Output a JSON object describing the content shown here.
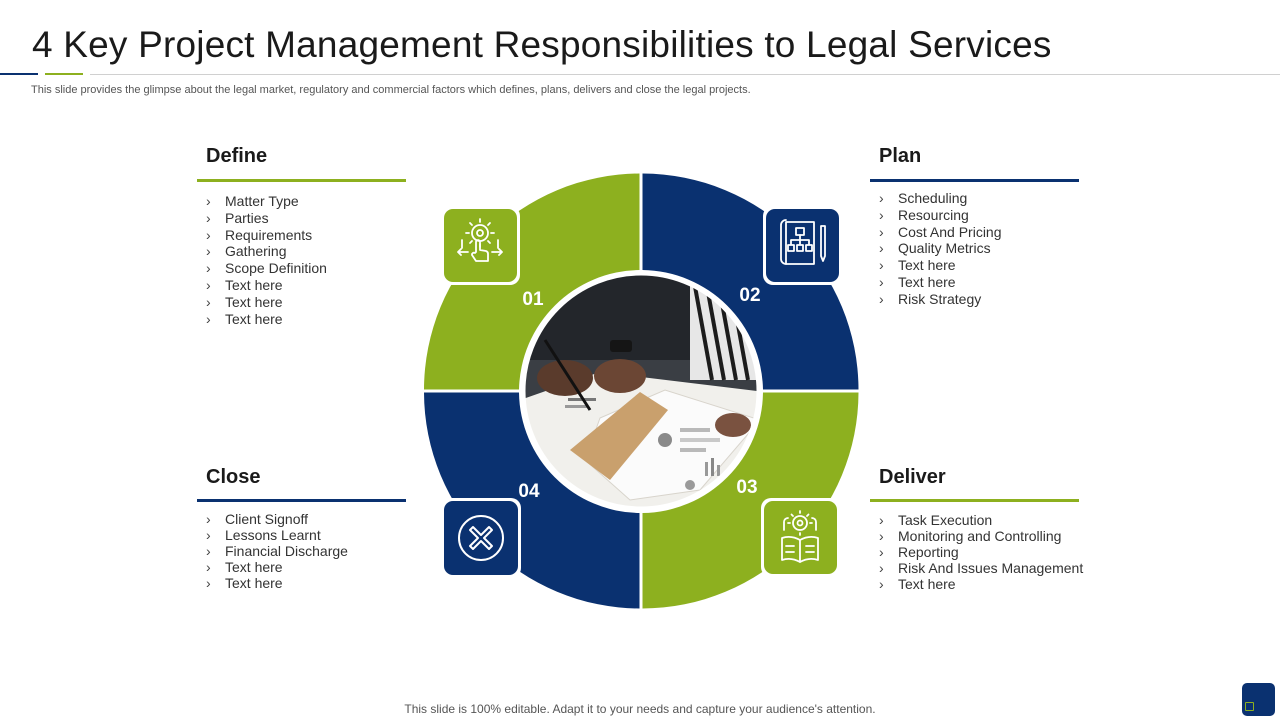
{
  "header": {
    "title": "4 Key Project Management Responsibilities to Legal Services",
    "subtitle": "This slide provides the glimpse about the legal market, regulatory and commercial factors which defines, plans, delivers and close the legal projects."
  },
  "sections": {
    "define": {
      "title": "Define",
      "number": "01",
      "items": [
        "Matter Type",
        "Parties",
        "Requirements",
        "Gathering",
        "Scope Definition",
        "Text here",
        "Text here",
        "Text here"
      ]
    },
    "plan": {
      "title": "Plan",
      "number": "02",
      "items": [
        "Scheduling",
        "Resourcing",
        "Cost And Pricing",
        "Quality Metrics",
        "Text here",
        "Text here",
        "Risk Strategy"
      ]
    },
    "deliver": {
      "title": "Deliver",
      "number": "03",
      "items": [
        "Task Execution",
        "Monitoring  and Controlling",
        "Reporting",
        "Risk And Issues Management",
        "Text here"
      ]
    },
    "close": {
      "title": "Close",
      "number": "04",
      "items": [
        "Client  Signoff",
        "Lessons Learnt",
        "Financial Discharge",
        "Text here",
        "Text here"
      ]
    }
  },
  "footer": {
    "note": "This slide is 100% editable. Adapt it to your needs and capture your audience's attention."
  },
  "colors": {
    "green": "#8db01f",
    "blue": "#0a3170"
  },
  "icons": {
    "define": "gear-hand-touch-icon",
    "plan": "flowchart-blueprint-icon",
    "deliver": "gear-book-icon",
    "close": "cancel-x-icon"
  }
}
